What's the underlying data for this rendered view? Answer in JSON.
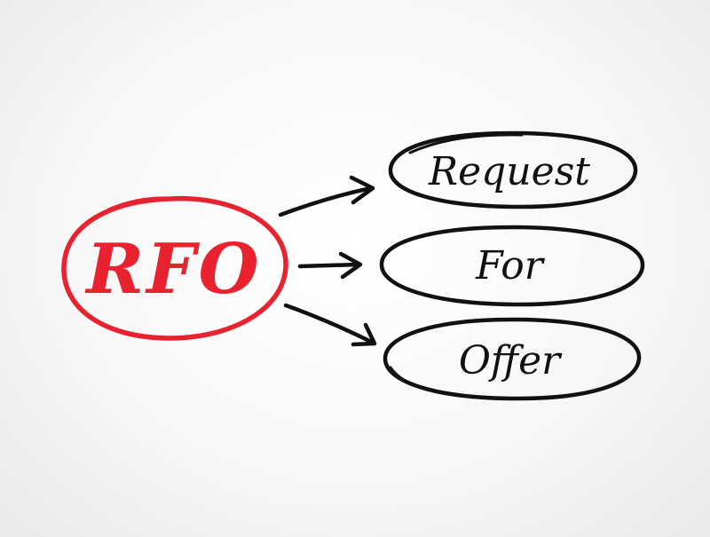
{
  "acronym": {
    "label": "RFO",
    "color": "#e8232f"
  },
  "words": [
    {
      "label": "Request"
    },
    {
      "label": "For"
    },
    {
      "label": "Offer"
    }
  ],
  "ink_color": "#111111"
}
